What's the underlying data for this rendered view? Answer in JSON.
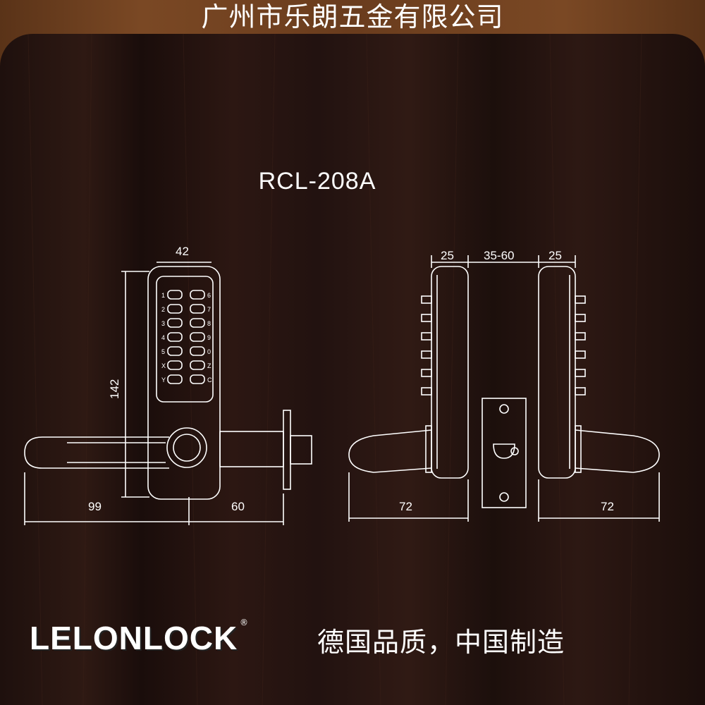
{
  "header": {
    "company_name": "广州市乐朗五金有限公司"
  },
  "diagram": {
    "model": "RCL-208A",
    "front_view": {
      "width_label": "42",
      "height_label": "142",
      "handle_length_label": "99",
      "backset_label": "60",
      "keys_left": [
        "1",
        "2",
        "3",
        "4",
        "5",
        "X",
        "Y"
      ],
      "keys_right": [
        "6",
        "7",
        "8",
        "9",
        "0",
        "Z",
        "C"
      ]
    },
    "side_view": {
      "left_body_label": "25",
      "door_thickness_label": "35-60",
      "right_body_label": "25",
      "left_handle_label": "72",
      "right_handle_label": "72"
    }
  },
  "footer": {
    "brand": "LELONLOCK",
    "registered_mark": "®",
    "slogan": "德国品质，中国制造"
  },
  "colors": {
    "background_wood": "#2a1612",
    "frame_brown": "#6b3d1e",
    "line_color": "#ffffff"
  }
}
